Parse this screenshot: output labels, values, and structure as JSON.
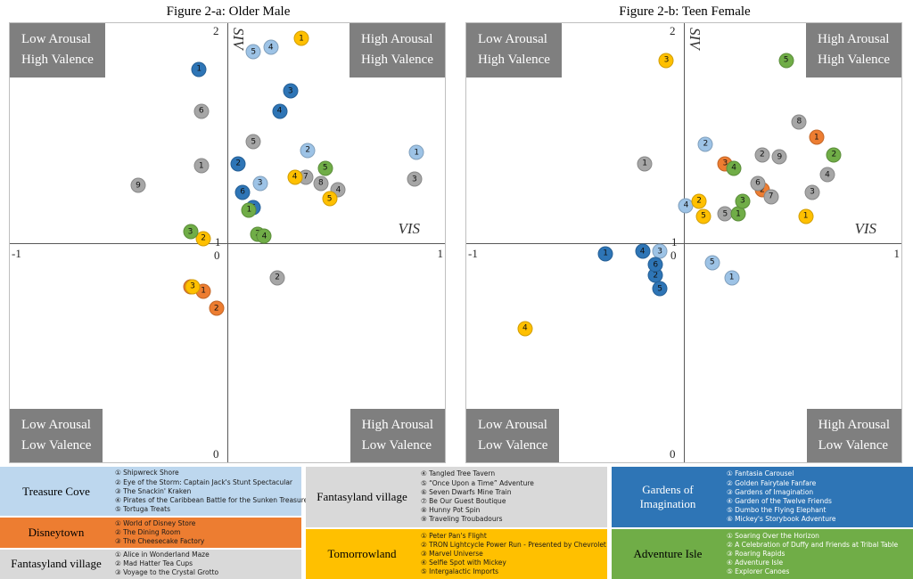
{
  "figure": {
    "quadrants": {
      "top_left": [
        "Low Arousal",
        "High Valence"
      ],
      "top_right": [
        "High Arousal",
        "High Valence"
      ],
      "bottom_left": [
        "Low Arousal",
        "Low Valence"
      ],
      "bottom_right": [
        "High Arousal",
        "Low Valence"
      ]
    },
    "axes": {
      "xlabel": "VIS",
      "ylabel": "SIV",
      "x_ticks": [
        "-1",
        "0",
        "1"
      ],
      "y_ticks": [
        "0",
        "1",
        "2"
      ]
    }
  },
  "legend": {
    "columns": [
      {
        "groups": [
          {
            "name": "Treasure Cove",
            "color": "#BDD7EE",
            "label_color": "#000000",
            "items_color": "#1a1a1a",
            "items": [
              "① Shipwreck Shore",
              "② Eye of the Storm: Captain Jack's Stunt Spectacular",
              "③ The Snackin' Kraken",
              "④ Pirates of the Caribbean Battle for the Sunken Treasure",
              "⑤ Tortuga Treats"
            ]
          },
          {
            "name": "Disneytown",
            "color": "#ED7D31",
            "label_color": "#000000",
            "items_color": "#1a1a1a",
            "items": [
              "① World of Disney Store",
              "② The Dining Room",
              "③ The Cheesecake Factory"
            ]
          },
          {
            "name": "Fantasyland village",
            "color": "#D9D9D9",
            "label_color": "#000000",
            "items_color": "#1a1a1a",
            "items": [
              "① Alice in Wonderland Maze",
              "② Mad Hatter Tea Cups",
              "③ Voyage to the Crystal Grotto"
            ]
          }
        ]
      },
      {
        "groups": [
          {
            "name": "Fantasyland village",
            "color": "#D9D9D9",
            "label_color": "#000000",
            "items_color": "#1a1a1a",
            "items": [
              "④ Tangled Tree Tavern",
              "⑤ “Once Upon a Time” Adventure",
              "⑥ Seven Dwarfs Mine Train",
              "⑦ Be Our Guest Boutique",
              "⑧ Hunny Pot Spin",
              "⑨ Traveling Troubadours"
            ]
          },
          {
            "name": "Tomorrowland",
            "color": "#FFC000",
            "label_color": "#000000",
            "items_color": "#1a1a1a",
            "items": [
              "① Peter Pan's Flight",
              "② TRON Lightcycle Power Run - Presented by Chevrolet",
              "③ Marvel Universe",
              "④ Selfie Spot with Mickey",
              "⑤ Intergalactic Imports"
            ]
          }
        ]
      },
      {
        "groups": [
          {
            "name": "Gardens of Imagination",
            "color": "#2E75B6",
            "label_color": "#ffffff",
            "items_color": "#ffffff",
            "items": [
              "① Fantasia Carousel",
              "② Golden Fairytale Fanfare",
              "③ Gardens of Imagination",
              "④ Garden of the Twelve Friends",
              "⑤ Dumbo the Flying Elephant",
              "⑥ Mickey's Storybook Adventure"
            ]
          },
          {
            "name": "Adventure Isle",
            "color": "#70AD47",
            "label_color": "#000000",
            "items_color": "#ffffff",
            "items": [
              "① Soaring Over the Horizon",
              "② A Celebration of Duffy and Friends at Tribal Table",
              "③ Roaring Rapids",
              "④ Adventure Isle",
              "⑤ Explorer Canoes"
            ]
          }
        ]
      }
    ]
  },
  "chart_data": [
    {
      "type": "scatter",
      "title": "Figure 2-a: Older Male",
      "xlabel": "VIS",
      "ylabel": "SIV",
      "xlim": [
        -1,
        1
      ],
      "ylim": [
        0,
        2
      ],
      "grid": false,
      "series": [
        {
          "name": "Treasure Cove",
          "color": "#9DC3E6",
          "points": [
            {
              "n": "1",
              "x": 0.87,
              "y": 1.41
            },
            {
              "n": "2",
              "x": 0.37,
              "y": 1.42
            },
            {
              "n": "3",
              "x": 0.15,
              "y": 1.27
            },
            {
              "n": "4",
              "x": 0.2,
              "y": 1.89
            },
            {
              "n": "5",
              "x": 0.12,
              "y": 1.87
            }
          ]
        },
        {
          "name": "Disneytown",
          "color": "#ED7D31",
          "points": [
            {
              "n": "1",
              "x": -0.11,
              "y": 0.78
            },
            {
              "n": "2",
              "x": -0.05,
              "y": 0.7
            },
            {
              "n": "3",
              "x": -0.17,
              "y": 0.8
            }
          ]
        },
        {
          "name": "Fantasyland village",
          "color": "#A6A6A6",
          "points": [
            {
              "n": "1",
              "x": -0.12,
              "y": 1.35
            },
            {
              "n": "2",
              "x": 0.23,
              "y": 0.84
            },
            {
              "n": "3",
              "x": 0.86,
              "y": 1.29
            },
            {
              "n": "4",
              "x": 0.51,
              "y": 1.24
            },
            {
              "n": "5",
              "x": 0.12,
              "y": 1.46
            },
            {
              "n": "6",
              "x": -0.12,
              "y": 1.6
            },
            {
              "n": "7",
              "x": 0.36,
              "y": 1.3
            },
            {
              "n": "8",
              "x": 0.43,
              "y": 1.27
            },
            {
              "n": "9",
              "x": -0.41,
              "y": 1.26
            }
          ]
        },
        {
          "name": "Tomorrowland",
          "color": "#FFC000",
          "points": [
            {
              "n": "1",
              "x": 0.34,
              "y": 1.93
            },
            {
              "n": "2",
              "x": -0.11,
              "y": 1.02
            },
            {
              "n": "3",
              "x": -0.16,
              "y": 0.8
            },
            {
              "n": "4",
              "x": 0.31,
              "y": 1.3
            },
            {
              "n": "5",
              "x": 0.47,
              "y": 1.2
            }
          ]
        },
        {
          "name": "Gardens of Imagination",
          "color": "#2E75B6",
          "points": [
            {
              "n": "1",
              "x": -0.13,
              "y": 1.79
            },
            {
              "n": "2",
              "x": 0.05,
              "y": 1.36
            },
            {
              "n": "3",
              "x": 0.29,
              "y": 1.69
            },
            {
              "n": "4",
              "x": 0.24,
              "y": 1.6
            },
            {
              "n": "5",
              "x": 0.12,
              "y": 1.16
            },
            {
              "n": "6",
              "x": 0.07,
              "y": 1.23
            }
          ]
        },
        {
          "name": "Adventure Isle",
          "color": "#70AD47",
          "points": [
            {
              "n": "1",
              "x": 0.1,
              "y": 1.15
            },
            {
              "n": "2",
              "x": 0.14,
              "y": 1.04
            },
            {
              "n": "3",
              "x": -0.17,
              "y": 1.05
            },
            {
              "n": "4",
              "x": 0.17,
              "y": 1.03
            },
            {
              "n": "5",
              "x": 0.45,
              "y": 1.34
            }
          ]
        }
      ]
    },
    {
      "type": "scatter",
      "title": "Figure 2-b: Teen Female",
      "xlabel": "VIS",
      "ylabel": "SIV",
      "xlim": [
        -1,
        1
      ],
      "ylim": [
        0,
        2
      ],
      "grid": false,
      "series": [
        {
          "name": "Treasure Cove",
          "color": "#9DC3E6",
          "points": [
            {
              "n": "1",
              "x": 0.22,
              "y": 0.84
            },
            {
              "n": "2",
              "x": 0.1,
              "y": 1.45
            },
            {
              "n": "3",
              "x": -0.11,
              "y": 0.96
            },
            {
              "n": "4",
              "x": 0.01,
              "y": 1.17
            },
            {
              "n": "5",
              "x": 0.13,
              "y": 0.91
            }
          ]
        },
        {
          "name": "Disneytown",
          "color": "#ED7D31",
          "points": [
            {
              "n": "1",
              "x": 0.61,
              "y": 1.48
            },
            {
              "n": "2",
              "x": 0.36,
              "y": 1.24
            },
            {
              "n": "3",
              "x": 0.19,
              "y": 1.36
            }
          ]
        },
        {
          "name": "Fantasyland village",
          "color": "#A6A6A6",
          "points": [
            {
              "n": "1",
              "x": -0.18,
              "y": 1.36
            },
            {
              "n": "2",
              "x": 0.36,
              "y": 1.4
            },
            {
              "n": "3",
              "x": 0.59,
              "y": 1.23
            },
            {
              "n": "4",
              "x": 0.66,
              "y": 1.31
            },
            {
              "n": "5",
              "x": 0.19,
              "y": 1.13
            },
            {
              "n": "6",
              "x": 0.34,
              "y": 1.27
            },
            {
              "n": "7",
              "x": 0.4,
              "y": 1.21
            },
            {
              "n": "8",
              "x": 0.53,
              "y": 1.55
            },
            {
              "n": "9",
              "x": 0.44,
              "y": 1.39
            }
          ]
        },
        {
          "name": "Tomorrowland",
          "color": "#FFC000",
          "points": [
            {
              "n": "1",
              "x": 0.56,
              "y": 1.12
            },
            {
              "n": "2",
              "x": 0.07,
              "y": 1.19
            },
            {
              "n": "3",
              "x": -0.08,
              "y": 1.83
            },
            {
              "n": "4",
              "x": -0.73,
              "y": 0.61
            },
            {
              "n": "5",
              "x": 0.09,
              "y": 1.12
            }
          ]
        },
        {
          "name": "Gardens of Imagination",
          "color": "#2E75B6",
          "points": [
            {
              "n": "1",
              "x": -0.36,
              "y": 0.95
            },
            {
              "n": "2",
              "x": -0.13,
              "y": 0.85
            },
            {
              "n": "4",
              "x": -0.19,
              "y": 0.96
            },
            {
              "n": "5",
              "x": -0.11,
              "y": 0.79
            },
            {
              "n": "6",
              "x": -0.13,
              "y": 0.9
            }
          ]
        },
        {
          "name": "Adventure Isle",
          "color": "#70AD47",
          "points": [
            {
              "n": "1",
              "x": 0.25,
              "y": 1.13
            },
            {
              "n": "2",
              "x": 0.69,
              "y": 1.4
            },
            {
              "n": "3",
              "x": 0.27,
              "y": 1.19
            },
            {
              "n": "4",
              "x": 0.23,
              "y": 1.34
            },
            {
              "n": "5",
              "x": 0.47,
              "y": 1.83
            }
          ]
        }
      ]
    }
  ]
}
